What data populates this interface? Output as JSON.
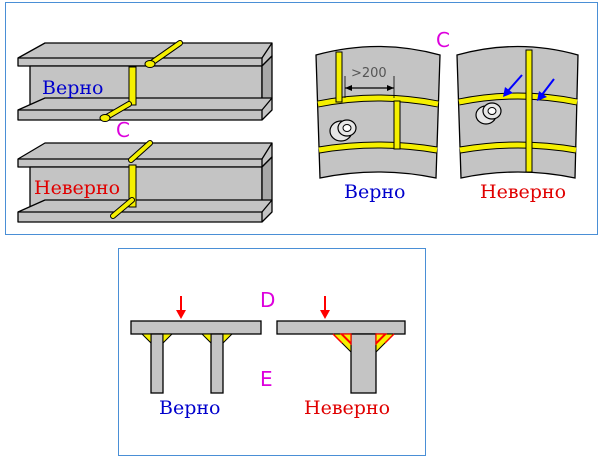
{
  "colors": {
    "correct": "#0000cc",
    "incorrect": "#e00000",
    "zone": "#dd00dd",
    "weld": "#f5f000",
    "steel": "#c4c4c4",
    "frame": "#4a8fd6",
    "arrow_red": "#ff0000",
    "arrow_blue": "#0000ff"
  },
  "top_panel": {
    "beam_correct_label": "Верно",
    "beam_incorrect_label": "Неверно",
    "beam_zone": "C",
    "shell_zone": "C",
    "shell_dimension": ">200",
    "shell_correct_label": "Верно",
    "shell_incorrect_label": "Неверно"
  },
  "bottom_panel": {
    "zone_top": "D",
    "zone_bottom": "E",
    "correct_label": "Верно",
    "incorrect_label": "Неверно"
  }
}
